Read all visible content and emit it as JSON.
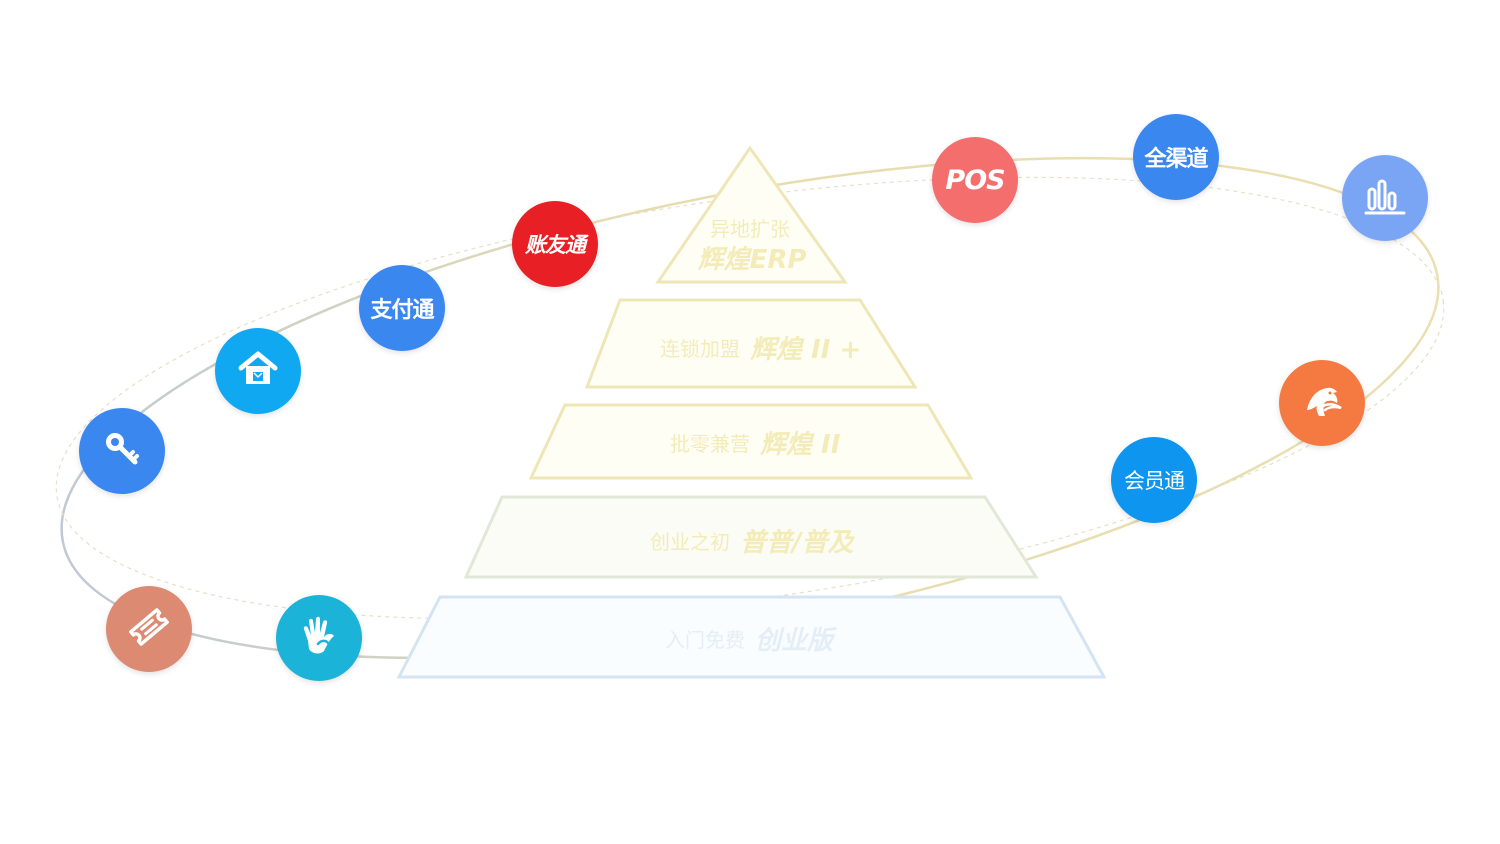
{
  "pyramid": {
    "tiers": [
      {
        "sub": "异地扩张",
        "name": "辉煌ERP"
      },
      {
        "sub": "连锁加盟",
        "name": "辉煌 II +"
      },
      {
        "sub": "批零兼营",
        "name": "辉煌 II"
      },
      {
        "sub": "创业之初",
        "name": "普普/普及"
      },
      {
        "sub": "入门免费",
        "name": "创业版"
      }
    ]
  },
  "nodes": [
    {
      "id": "pos",
      "label": "POS",
      "color": "#f46e6e",
      "icon": ""
    },
    {
      "id": "quanqudao",
      "label": "全渠道",
      "color": "#3b87f0",
      "icon": ""
    },
    {
      "id": "chart",
      "label": "",
      "color": "#7aa5f5",
      "icon": "bar-chart-icon"
    },
    {
      "id": "zhangyoutong",
      "label": "账友通",
      "color": "#e81f24",
      "icon": ""
    },
    {
      "id": "zhifutong",
      "label": "支付通",
      "color": "#3b87f0",
      "icon": ""
    },
    {
      "id": "home",
      "label": "",
      "color": "#10a8f0",
      "icon": "home-icon"
    },
    {
      "id": "key",
      "label": "",
      "color": "#3b87f0",
      "icon": "key-icon"
    },
    {
      "id": "horse",
      "label": "",
      "color": "#f47a42",
      "icon": "horse-icon"
    },
    {
      "id": "huiyuantong",
      "label": "会员通",
      "color": "#0e95f0",
      "icon": ""
    },
    {
      "id": "ticket",
      "label": "",
      "color": "#dc8a72",
      "icon": "ticket-icon"
    },
    {
      "id": "hand",
      "label": "",
      "color": "#1cb3d8",
      "icon": "hand-icon"
    }
  ]
}
